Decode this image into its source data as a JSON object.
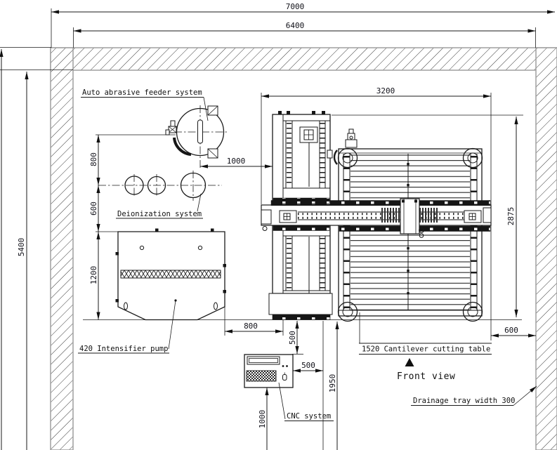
{
  "drawing": {
    "labels": {
      "feeder": "Auto abrasive feeder system",
      "deionization": "Deionization system",
      "pump": "420 Intensifier pump",
      "cutting_table": "1520 Cantilever cutting table",
      "cnc": "CNC system",
      "front_view": "Front view",
      "drainage": "Drainage tray width 300"
    },
    "dims": {
      "overall_width": "7000",
      "inner_width": "6400",
      "beam_length": "3200",
      "room_depth": "5400",
      "feeder_to_deion": "800",
      "deion_to_pump": "600",
      "pump_depth": "1200",
      "feeder_to_machine": "1000",
      "pump_to_machine": "800",
      "machine_to_cnc": "500",
      "cnc_side_gap": "500",
      "cnc_front_clearance": "1950",
      "cnc_bottom_offset": "1000",
      "table_to_wall": "600",
      "machine_depth": "2875"
    }
  }
}
